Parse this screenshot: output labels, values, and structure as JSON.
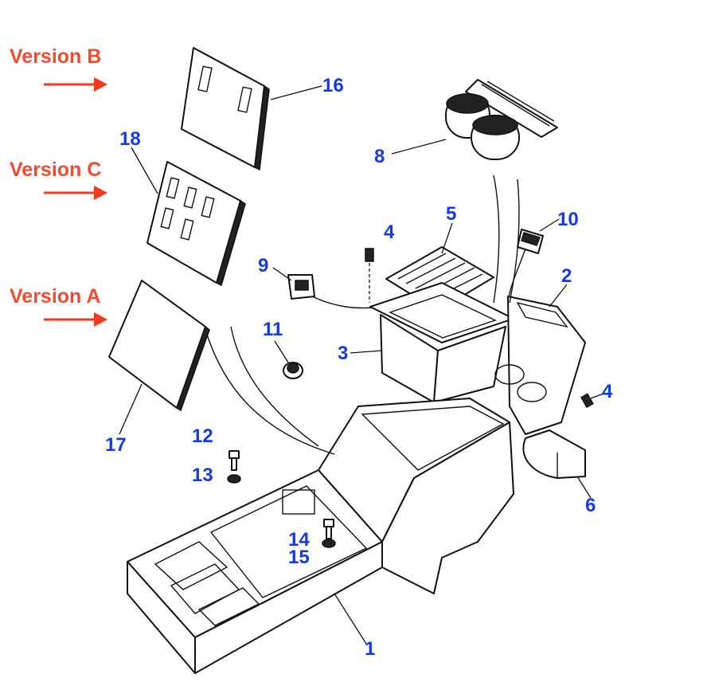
{
  "colors": {
    "callout": "#1439e6",
    "version": "#f24b2e",
    "arrow": "#f23a1c",
    "line": "#111111"
  },
  "versions": [
    {
      "id": "B",
      "label": "Version B"
    },
    {
      "id": "C",
      "label": "Version C"
    },
    {
      "id": "A",
      "label": "Version A"
    }
  ],
  "callouts": {
    "c1": "1",
    "c2": "2",
    "c3": "3",
    "c4a": "4",
    "c4b": "4",
    "c5": "5",
    "c6": "6",
    "c8": "8",
    "c9": "9",
    "c10": "10",
    "c11": "11",
    "c12": "12",
    "c13": "13",
    "c14": "14",
    "c15": "15",
    "c16": "16",
    "c17": "17",
    "c18": "18"
  }
}
